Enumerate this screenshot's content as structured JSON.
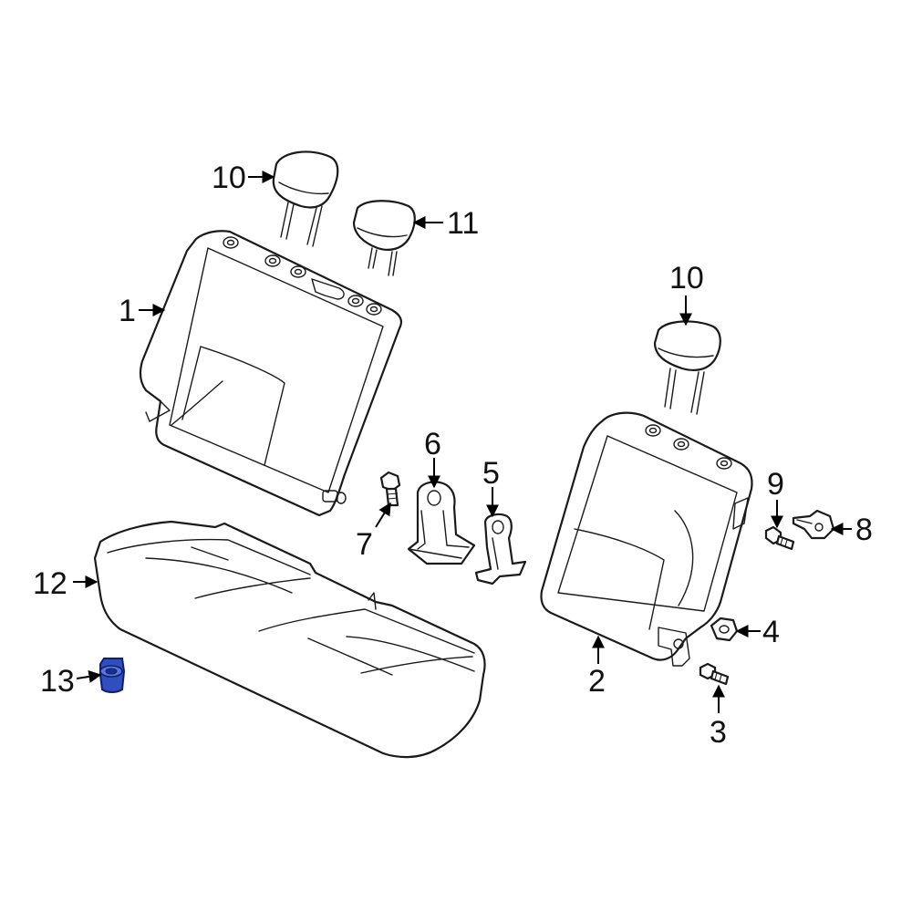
{
  "callouts": [
    {
      "id": "1",
      "label": "1"
    },
    {
      "id": "2",
      "label": "2"
    },
    {
      "id": "3",
      "label": "3"
    },
    {
      "id": "4",
      "label": "4"
    },
    {
      "id": "5",
      "label": "5"
    },
    {
      "id": "6",
      "label": "6"
    },
    {
      "id": "7",
      "label": "7"
    },
    {
      "id": "8",
      "label": "8"
    },
    {
      "id": "9",
      "label": "9"
    },
    {
      "id": "10a",
      "label": "10"
    },
    {
      "id": "10b",
      "label": "10"
    },
    {
      "id": "11",
      "label": "11"
    },
    {
      "id": "12",
      "label": "12"
    },
    {
      "id": "13",
      "label": "13"
    }
  ],
  "colors": {
    "line": "#1a1a1a",
    "highlight_fill": "#2f4fbf",
    "highlight_stroke": "#0b1f73"
  }
}
